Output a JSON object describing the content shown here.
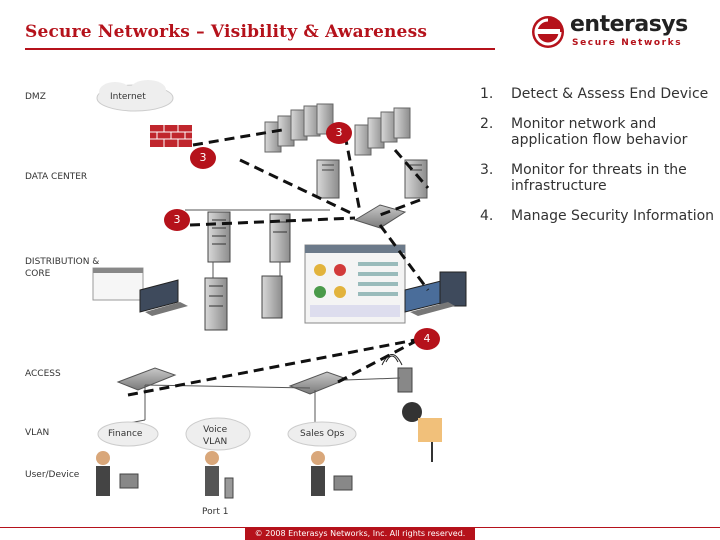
{
  "slide": {
    "title": "Secure Networks – Visibility & Awareness",
    "logo": {
      "word": "enterasys",
      "tagline": "Secure Networks"
    },
    "zones": {
      "dmz": "DMZ",
      "data_center": "DATA CENTER",
      "distribution": "DISTRIBUTION &",
      "core": "CORE",
      "access": "ACCESS",
      "vlan": "VLAN",
      "user_device": "User/Device"
    },
    "clouds": {
      "internet": "Internet",
      "finance": "Finance",
      "voice_vlan_1": "Voice",
      "voice_vlan_2": "VLAN",
      "sales_ops": "Sales Ops"
    },
    "badges": {
      "b1": "3",
      "b2": "3",
      "b3": "3",
      "b4": "4"
    },
    "port_label": "Port 1",
    "list": [
      {
        "num": "1.",
        "text": "Detect & Assess End Device"
      },
      {
        "num": "2.",
        "text": "Monitor network and application flow behavior"
      },
      {
        "num": "3.",
        "text": "Monitor for threats in the infrastructure"
      },
      {
        "num": "4.",
        "text": "Manage Security Information"
      }
    ],
    "footer": "© 2008 Enterasys Networks, Inc. All rights reserved.",
    "colors": {
      "accent": "#b5121b",
      "server": "#9a9a9a",
      "switch": "#8a8a8a",
      "firewall": "#c0262d"
    }
  }
}
